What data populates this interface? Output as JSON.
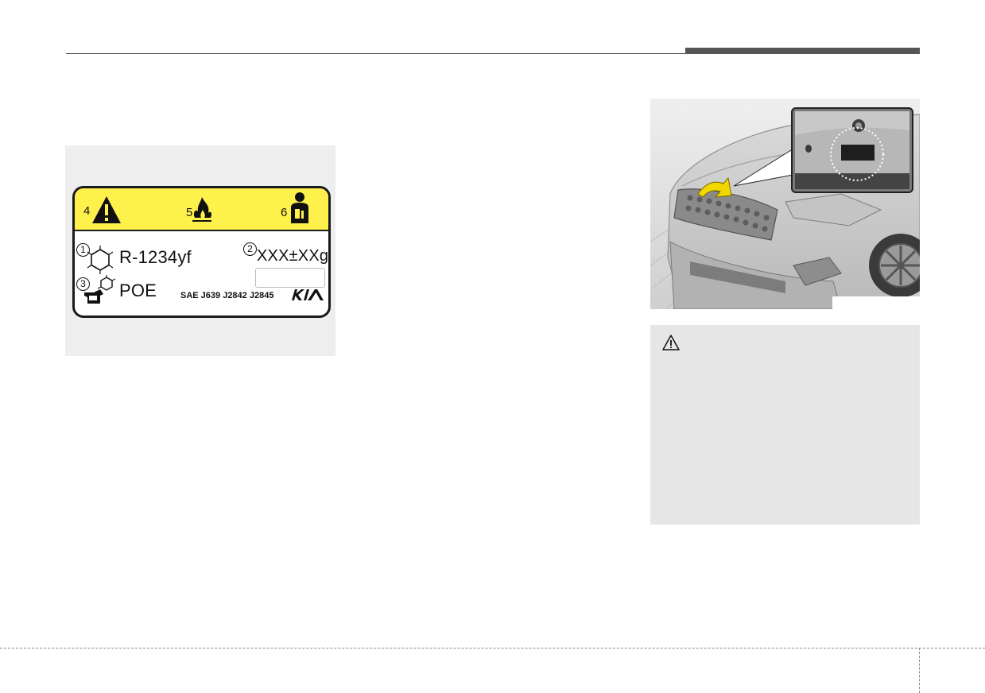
{
  "refrigerant_label": {
    "num_1": "1",
    "num_2": "2",
    "num_3": "3",
    "num_4": "4",
    "num_5": "5",
    "num_6": "6",
    "refrigerant": "R-1234yf",
    "amount": "XXX±XXg",
    "oil": "POE",
    "standards": "SAE J639 J2842 J2845",
    "band_color": "#fff14c",
    "icons": [
      "caution-triangle-icon",
      "flammable-icon",
      "service-technician-icon",
      "refrigerant-molecule-icon",
      "oil-can-icon",
      "kia-logo"
    ]
  },
  "car_figure": {
    "icons": [
      "car-front-photo",
      "label-location-inset",
      "yellow-arrow-icon"
    ],
    "highlight_color": "#f2d600"
  },
  "warning_box": {
    "icon": "warning-triangle-icon"
  }
}
